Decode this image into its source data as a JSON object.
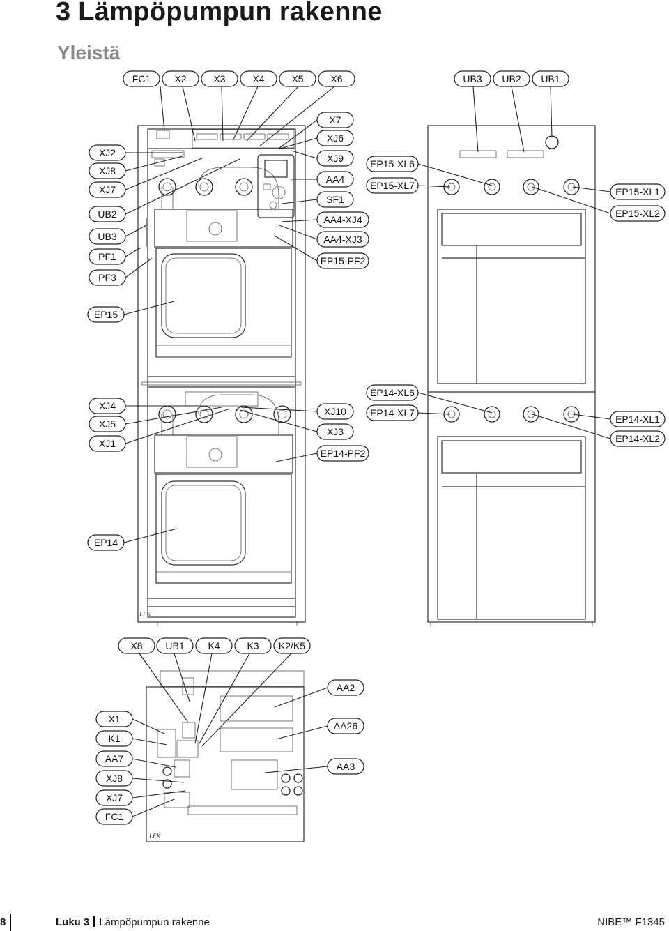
{
  "header": {
    "title": "3 Lämpöpumpun rakenne",
    "subtitle": "Yleistä"
  },
  "diagram_labels": {
    "top_row": [
      "FC1",
      "X2",
      "X3",
      "X4",
      "X5",
      "X6"
    ],
    "top_right_row": [
      "UB3",
      "UB2",
      "UB1"
    ],
    "left_upper": [
      "XJ2",
      "XJ8",
      "XJ7",
      "UB2",
      "UB3",
      "PF1",
      "PF3"
    ],
    "mid_upper": [
      "X7",
      "XJ6",
      "XJ9",
      "AA4",
      "SF1",
      "AA4-XJ4",
      "AA4-XJ3",
      "EP15-PF2"
    ],
    "right_upper_left": [
      "EP15-XL6",
      "EP15-XL7"
    ],
    "right_upper_right": [
      "EP15-XL1",
      "EP15-XL2"
    ],
    "module_upper": "EP15",
    "left_lower": [
      "XJ4",
      "XJ5",
      "XJ1"
    ],
    "mid_lower": [
      "XJ10",
      "XJ3",
      "EP14-PF2"
    ],
    "right_lower_left": [
      "EP14-XL6",
      "EP14-XL7"
    ],
    "right_lower_right": [
      "EP14-XL1",
      "EP14-XL2"
    ],
    "module_lower": "EP14",
    "bottom_top_row": [
      "X8",
      "UB1",
      "K4",
      "K3",
      "K2/K5"
    ],
    "bottom_left": [
      "X1",
      "K1",
      "AA7",
      "XJ8",
      "XJ7",
      "FC1"
    ],
    "bottom_right": [
      "AA2",
      "AA26",
      "AA3"
    ],
    "stamp": "LEK"
  },
  "footer": {
    "page_number": "8",
    "chapter_label": "Luku 3",
    "chapter_title": "Lämpöpumpun rakenne",
    "brand": "NIBE™ F1345"
  }
}
